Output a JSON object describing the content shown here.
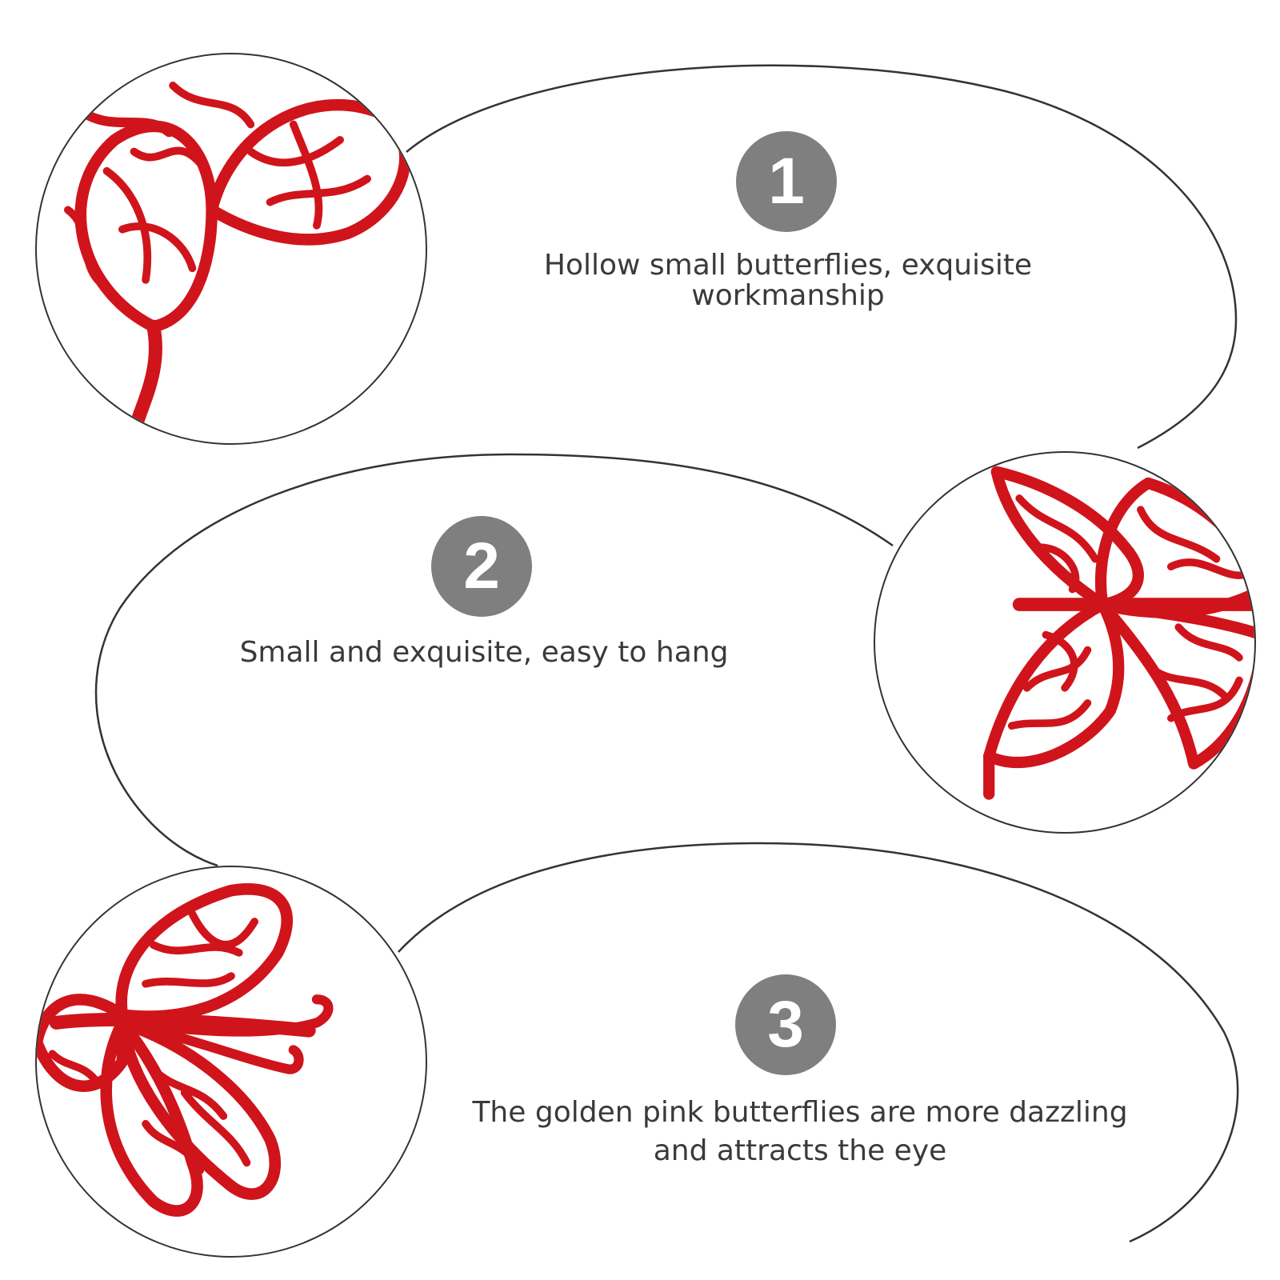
{
  "colors": {
    "badge": "#7f7f7f",
    "text": "#3a3a3a",
    "outline": "#333333",
    "butterfly": "#d0141b"
  },
  "features": [
    {
      "number": "1",
      "text": "Hollow small butterflies, exquisite workmanship",
      "image": "red glitter hollow butterfly close-up"
    },
    {
      "number": "2",
      "text": "Small and exquisite, easy to hang",
      "image": "red glitter hollow butterfly side view"
    },
    {
      "number": "3",
      "text": "The golden pink butterflies are more dazzling and attracts the eye",
      "image": "red glitter hollow butterfly with antennae"
    }
  ]
}
